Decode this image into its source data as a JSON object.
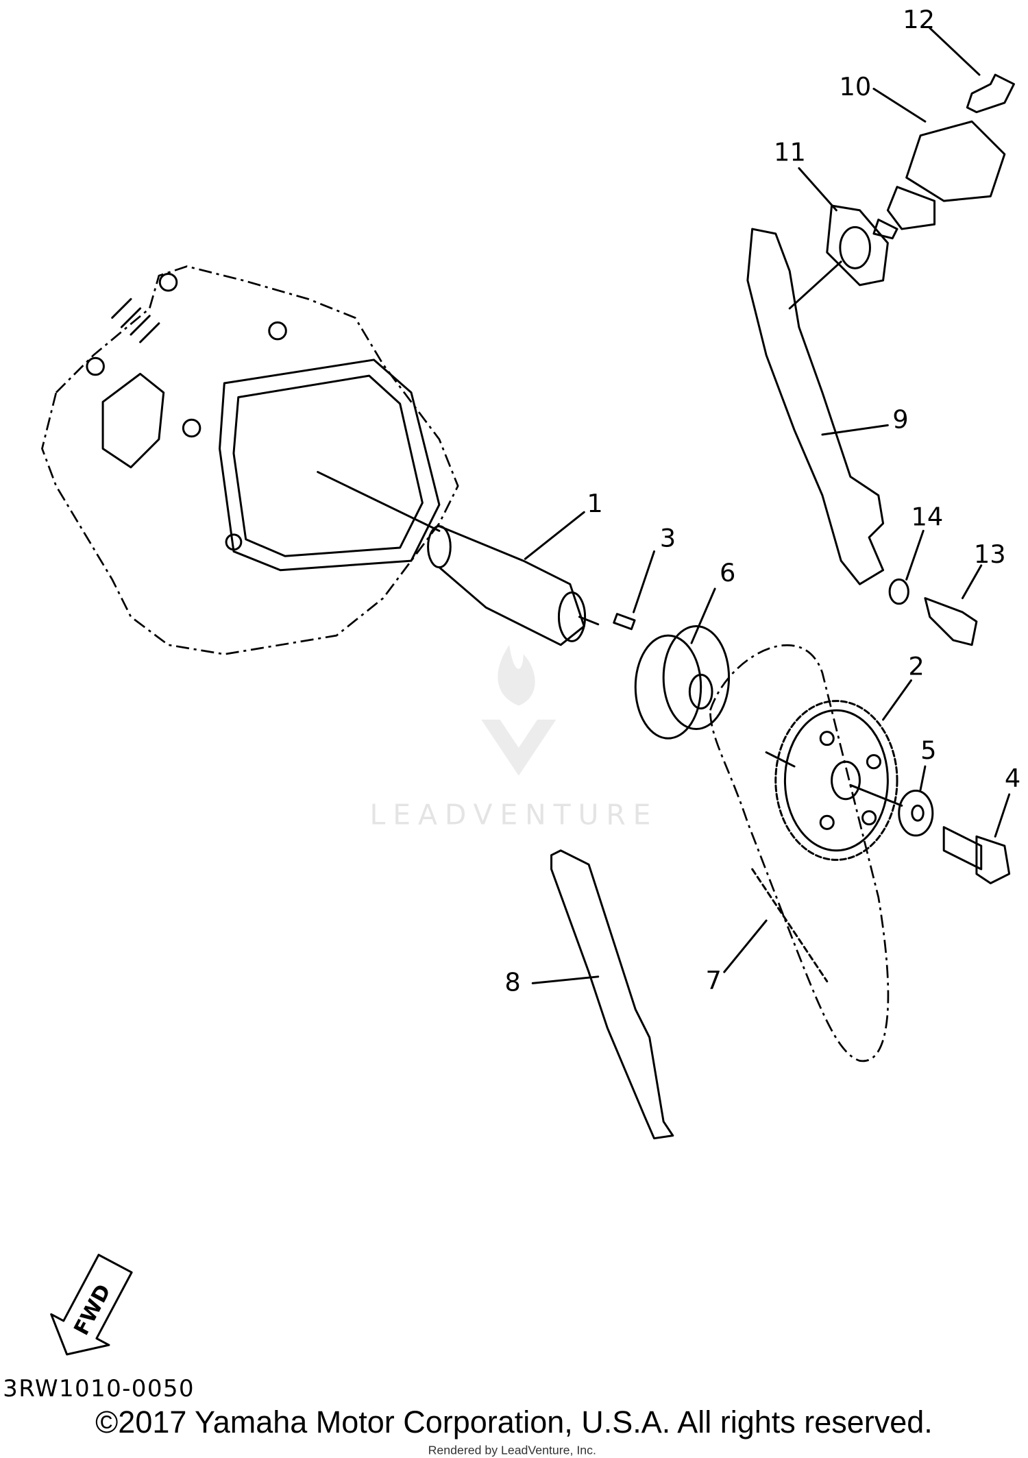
{
  "diagram": {
    "callouts": [
      "1",
      "2",
      "3",
      "4",
      "5",
      "6",
      "7",
      "8",
      "9",
      "10",
      "11",
      "12",
      "13",
      "14"
    ],
    "fwd_label": "FWD",
    "part_code": "3RW1010-0050",
    "copyright": "©2017 Yamaha Motor Corporation, U.S.A. All rights reserved.",
    "rendered_by": "Rendered by LeadVenture, Inc.",
    "watermark": "LEADVENTURE"
  }
}
